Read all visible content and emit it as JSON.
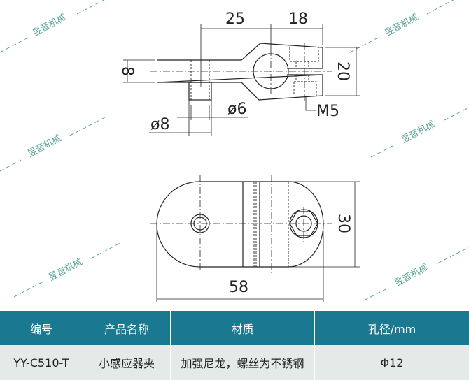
{
  "drawing": {
    "top_view": {
      "dim_length_a": "25",
      "dim_length_b": "18",
      "dim_rod_height": "8",
      "dim_clamp_height": "20",
      "dim_boss_outer": "ø8",
      "dim_boss_inner": "ø6",
      "thread": "M5"
    },
    "plan_view": {
      "dim_width": "30",
      "dim_length": "58"
    }
  },
  "watermark": "昱音机械",
  "table": {
    "headers": [
      "编号",
      "产品名称",
      "材质",
      "孔径/mm"
    ],
    "row": [
      "YY-C510-T",
      "小感应器夹",
      "加强尼龙，螺丝为不锈钢",
      "Φ12"
    ]
  },
  "colors": {
    "header_bg": "#1a7890",
    "row_bg": "#e3eae7",
    "watermark": "#5aa597"
  }
}
